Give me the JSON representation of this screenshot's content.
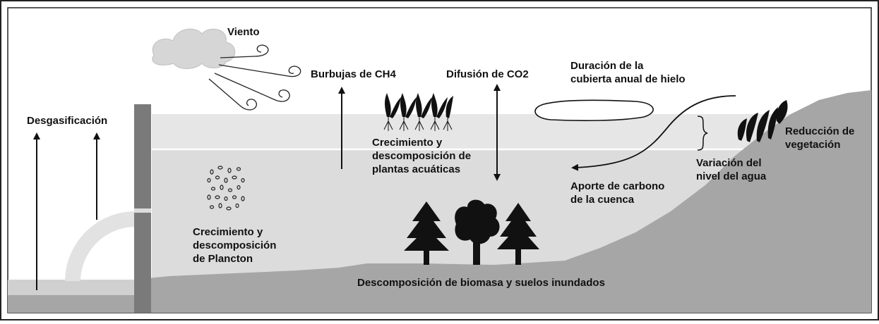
{
  "labels": {
    "wind": "Viento",
    "degassing": "Desgasificación",
    "ch4_bubbles": "Burbujas de CH4",
    "co2_diffusion": "Difusión de CO2",
    "ice_cover": "Duración de la\ncubierta anual de hielo",
    "aquatic_plants": "Crecimiento y\ndescomposición de\nplantas acuáticas",
    "carbon_input": "Aporte de carbono\nde la cuenca",
    "water_level": "Variación del\nnivel del agua",
    "vegetation_reduction": "Reducción de\nvegetación",
    "plankton": "Crecimiento y\ndescomposición\nde Plancton",
    "flooded_biomass": "Descomposición de biomasa y suelos inundados"
  },
  "colors": {
    "sky": "#ffffff",
    "water": "#dcdcdc",
    "water_band": "#e4e4e4",
    "ground": "#a6a6a6",
    "dam": "#7a7a7a",
    "ink": "#111111"
  }
}
